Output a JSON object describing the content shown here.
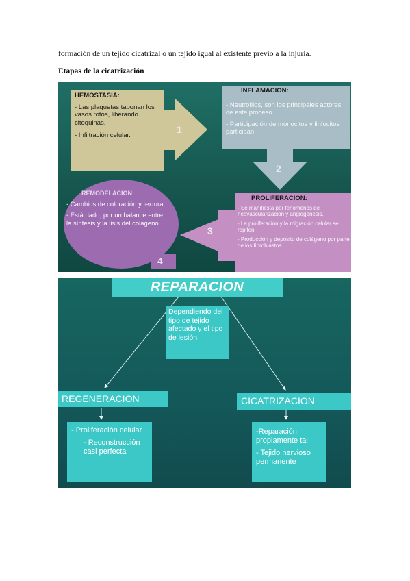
{
  "document": {
    "intro_text": "formación de un tejido cicatrizal o un tejido igual al existente previo a la injuria.",
    "heading": "Etapas de la cicatrización"
  },
  "stages_slide": {
    "hemostasia": {
      "title": "HEMOSTASIA:",
      "items": [
        "- Las plaquetas taponan los vasos rotos, liberando citoquinas.",
        "- Infiltración celular."
      ],
      "number": "1"
    },
    "inflamacion": {
      "title": "INFLAMACION:",
      "items": [
        "- Neutrófilos, son los principales actores de este proceso.",
        "-  Participación de monocitos y linfocitos participan"
      ],
      "number": "2"
    },
    "proliferacion": {
      "title": "PROLIFERACION:",
      "items": [
        "- Se manifiesta por fenómenos de neovascularización y angiogénesis.",
        "- La proliferación y la migración celular se repiten.",
        "- Producción y depósito de colágeno por parte de los fibroblastos."
      ],
      "number": "3"
    },
    "remodelacion": {
      "title": "REMODELACION",
      "items": [
        "- Cambios de coloración y textura",
        "- Está dado, por un balance entre la síntesis y la lisis del colágeno."
      ],
      "number": "4"
    },
    "colors": {
      "hemostasia": "#cfc79a",
      "inflamacion": "#a8bdc5",
      "proliferacion": "#c490c4",
      "remodelacion": "#9c6bb0"
    }
  },
  "repair_slide": {
    "title": "REPARACION",
    "depends_text": "Dependiendo del tipo de tejido afectado y el tipo de lesión.",
    "regeneracion": {
      "title": "REGENERACION",
      "items": [
        "- Proliferación celular",
        "- Reconstrucción casi perfecta"
      ]
    },
    "cicatrizacion": {
      "title": "CICATRIZACION",
      "items": [
        "-Reparación propiamente tal",
        "- Tejido nervioso permanente"
      ]
    },
    "colors": {
      "box": "#3cc8c7"
    }
  }
}
